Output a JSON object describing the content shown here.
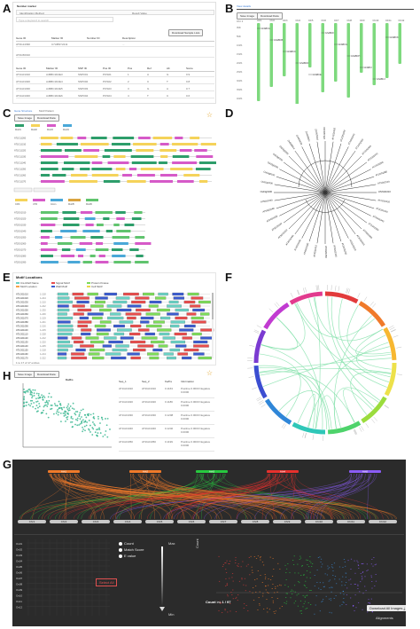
{
  "labels": {
    "a": "A",
    "b": "B",
    "c": "C",
    "d": "D",
    "e": "E",
    "f": "F",
    "g": "G",
    "h": "H"
  },
  "panelA": {
    "header": "Number marker",
    "fields": [
      "Identification Method",
      "Result Value"
    ],
    "search_hint": "Type a keyword to search",
    "download_btn": "Download Sample Lists",
    "table1_header": [
      "Gene ID",
      "Marker ID",
      "Number ID",
      "Description"
    ],
    "table1_rows": [
      [
        "AT3G14390",
        "C7ABNY2211",
        "",
        "..."
      ],
      [
        "AT4G50010",
        "",
        "",
        ""
      ]
    ],
    "table2_header": [
      "Gene ID",
      "Marker ID",
      "SNP ID",
      "Pos ID",
      "Pos",
      "Ref",
      "Alt",
      "Score"
    ],
    "table2_rows": [
      [
        "AT1G01010",
        "A4B8C1D2E3",
        "SNP001",
        "POS01",
        "1",
        "A",
        "G",
        "0.9"
      ],
      [
        "AT1G01020",
        "A4B8C1D2E4",
        "SNP002",
        "POS02",
        "2",
        "C",
        "T",
        "0.8"
      ],
      [
        "AT1G01030",
        "A4B8C1D2E5",
        "SNP003",
        "POS03",
        "3",
        "G",
        "A",
        "0.7"
      ],
      [
        "AT1G01040",
        "A4B8C1D2E6",
        "SNP004",
        "POS04",
        "4",
        "T",
        "C",
        "0.6"
      ]
    ]
  },
  "panelB": {
    "btn_save": "Save Image",
    "btn_dl": "Download Data",
    "top_link": "View details",
    "ylabel_top": "Chr 1",
    "chromosomes": [
      "Chr1",
      "Chr2",
      "Chr3",
      "Chr4",
      "Chr5",
      "Chr6",
      "Chr7",
      "Chr8",
      "Chr9",
      "Chr10",
      "Chr11",
      "Chr12"
    ],
    "gene_labels": [
      "GhABCA",
      "GhABCB",
      "GhABCC",
      "GhABCD",
      "GhABCE",
      "GhABCF",
      "GhABCG",
      "GhABCH",
      "GhABCI",
      "GhABCJ",
      "GhABCK"
    ]
  },
  "panelC": {
    "tabs": [
      "Gene Structure",
      "Motif Pattern"
    ],
    "btn_save": "Save Image",
    "btn_dl": "Download Data",
    "legend1": [
      "Motif1",
      "Motif2",
      "Motif3",
      "Motif4"
    ],
    "legend2": [
      "CDS",
      "UTR",
      "Intron",
      "Motif5",
      "Motif6"
    ],
    "genes_top": [
      "AT1G11260",
      "AT1G11310",
      "AT1G11320",
      "AT1G11330",
      "AT1G11340",
      "AT1G11350",
      "AT1G11360",
      "AT1G11370"
    ],
    "genes_bottom": [
      "AT2G01010",
      "AT2G01020",
      "AT2G01030",
      "AT2G01040",
      "AT2G01050",
      "AT2G01060",
      "AT2G01070",
      "AT2G01080",
      "AT2G01090"
    ]
  },
  "panelD": {
    "leaf_labels": [
      "AT1G01010",
      "AT1G01020",
      "AT1G01030",
      "AT1G01040",
      "AT1G01050",
      "AT1G01060",
      "AT1G01070",
      "AT1G01080",
      "AT1G01090",
      "AT1G01100",
      "AT2G01010",
      "AT2G01020",
      "AT2G01030",
      "AT2G01040",
      "AT2G01050",
      "AT2G01060",
      "AT3G01010",
      "AT3G01020",
      "AT3G01030",
      "AT3G01040",
      "AT3G01050",
      "AT4G01010",
      "AT4G01020",
      "AT4G01030",
      "AT4G01040",
      "AT5G01010",
      "AT5G01020",
      "AT5G01030",
      "AT5G01040",
      "AT5G01050",
      "Os01g0100",
      "Os01g0200",
      "Os02g0100",
      "Os02g0200",
      "Os03g0100",
      "Os03g0200",
      "Zm00001a",
      "Zm00001b",
      "Zm00001c",
      "Zm00001d"
    ]
  },
  "panelE": {
    "title": "Motif Locations",
    "legend": [
      "Cis-Motif Name",
      "Signal Motif",
      "Protein Kinase",
      "Motif Location",
      "Wall Motif",
      "Cell Motif"
    ],
    "genes": [
      "AT1G01010",
      "AT1G01020",
      "AT1G01030",
      "AT1G01040",
      "AT1G01050",
      "AT1G01060",
      "AT1G01070",
      "AT1G01080",
      "AT1G01090",
      "AT1G01100",
      "AT1G01110",
      "AT1G01120",
      "AT1G01130",
      "AT1G01140",
      "AT1G01150",
      "AT1G01160",
      "AT1G01170"
    ],
    "positions": [
      "1-218",
      "1-224",
      "1-210",
      "1-222",
      "1-230",
      "1-226",
      "1-219",
      "1-221",
      "1-216",
      "1-215",
      "1-228",
      "1-212",
      "1-220",
      "1-225",
      "1-218",
      "1-214",
      "1-222"
    ],
    "footer": "1 to 17 of 17 entries"
  },
  "panelH": {
    "btn_save": "Save Image",
    "btn_dl": "Download Data",
    "plot_title": "Ka/Ks",
    "table_header": [
      "Seq_1",
      "Seq_2",
      "Ka/Ks",
      "Information"
    ],
    "table_rows": [
      [
        "AT1G01010",
        "AT2G01010",
        "0.1163",
        "Positive 0.0000 Negative 0.0000"
      ],
      [
        "AT1G01020",
        "AT2G01020",
        "0.1186",
        "Positive 0.0000 Negative 0.0000"
      ],
      [
        "AT1G01030",
        "AT2G01030",
        "0.1208",
        "Positive 0.0000 Negative 0.0000"
      ],
      [
        "AT1G01040",
        "AT2G01040",
        "0.1240",
        "Positive 0.0000 Negative 0.0000"
      ],
      [
        "AT1G01050",
        "AT2G01050",
        "0.1199",
        "Positive 0.0000 Negative 0.0000"
      ]
    ]
  },
  "panelG": {
    "top_labels": [
      "Ath1",
      "Ath2",
      "Ath3",
      "Ath4",
      "Ath5"
    ],
    "top_colors": [
      "#f07a2a",
      "#f07a2a",
      "#27c93f",
      "#e8312d",
      "#8b5cf6"
    ],
    "chromosomes": [
      "Chr1",
      "Chr2",
      "Chr3",
      "Chr4",
      "Chr5",
      "Chr6",
      "Chr7",
      "Chr8",
      "Chr9",
      "Chr10",
      "Chr11",
      "Chr12"
    ],
    "row_labels": [
      "Os01",
      "Os02",
      "Os03",
      "Os04",
      "Os05",
      "Os06",
      "Os07",
      "Os08",
      "Os09",
      "Os10",
      "Os11",
      "Os12"
    ],
    "radio_options": [
      "Count",
      "Match Score",
      "E value"
    ],
    "scale_top": "Max",
    "scale_bottom": "Min",
    "side_label": "Count",
    "select_button": "Select All",
    "xlabel": "Alignments",
    "count_caption": "Count >= 1 / 97",
    "download_btn": "Download All Images"
  }
}
